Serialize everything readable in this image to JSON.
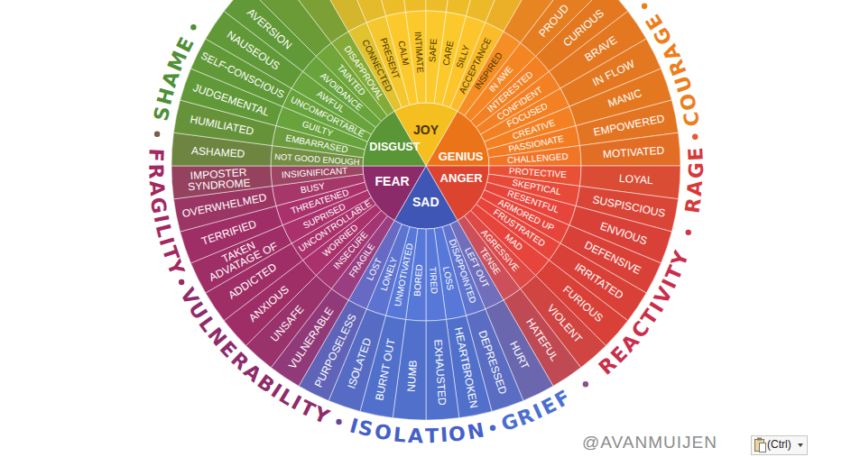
{
  "diagram": {
    "nodes": [
      {
        "text": [
          "JOY"
        ]
      },
      {
        "text": [
          "GENIUS"
        ]
      },
      {
        "text": [
          "ANGER"
        ]
      },
      {
        "text": [
          "SAD"
        ]
      },
      {
        "text": [
          "FEAR"
        ]
      },
      {
        "text": [
          "DISGUST"
        ]
      },
      {
        "text": [
          "CONNECTED"
        ]
      },
      {
        "text": [
          "PRESENT"
        ]
      },
      {
        "text": [
          "CALM"
        ]
      },
      {
        "text": [
          "INTIMATE"
        ]
      },
      {
        "text": [
          "SAFE"
        ]
      },
      {
        "text": [
          "CARE"
        ]
      },
      {
        "text": [
          "SILLY"
        ]
      },
      {
        "text": [
          "ACCEPTANCE"
        ]
      },
      {
        "text": [
          "INSPIRED"
        ]
      },
      {
        "text": [
          "IN AWE"
        ]
      },
      {
        "text": [
          "INTERESTED"
        ]
      },
      {
        "text": [
          "CONFIDENT"
        ]
      },
      {
        "text": [
          "FOCUSED"
        ]
      },
      {
        "text": [
          "CREATIVE"
        ]
      },
      {
        "text": [
          "PASSIONATE"
        ]
      },
      {
        "text": [
          "CHALLENGED"
        ]
      },
      {
        "text": [
          "PROTECTIVE"
        ]
      },
      {
        "text": [
          "SKEPTICAL"
        ]
      },
      {
        "text": [
          "RESENTFUL"
        ]
      },
      {
        "text": [
          "ARMORED UP"
        ]
      },
      {
        "text": [
          "FRUSTRATED"
        ]
      },
      {
        "text": [
          "MAD"
        ]
      },
      {
        "text": [
          "AGRESSIVE"
        ]
      },
      {
        "text": [
          "TENSE"
        ]
      },
      {
        "text": [
          "LEFT OUT"
        ]
      },
      {
        "text": [
          "DISAPPOINTED"
        ]
      },
      {
        "text": [
          "LOSS"
        ]
      },
      {
        "text": [
          "TIRED"
        ]
      },
      {
        "text": [
          "BORED"
        ]
      },
      {
        "text": [
          "UNMOTIVATED"
        ]
      },
      {
        "text": [
          "LONELY"
        ]
      },
      {
        "text": [
          "LOST"
        ]
      },
      {
        "text": [
          "FRAGILE"
        ]
      },
      {
        "text": [
          "INSECURE"
        ]
      },
      {
        "text": [
          "WORRIED"
        ]
      },
      {
        "text": [
          "UNCONTROLLABLE"
        ]
      },
      {
        "text": [
          "SUPRISED"
        ]
      },
      {
        "text": [
          "THREATENED"
        ]
      },
      {
        "text": [
          "BUSY"
        ]
      },
      {
        "text": [
          "INSIGNIFICANT"
        ]
      },
      {
        "text": [
          "NOT GOOD ENOUGH"
        ]
      },
      {
        "text": [
          "EMBARRASED"
        ]
      },
      {
        "text": [
          "GUILTY"
        ]
      },
      {
        "text": [
          "UNCOMFORTABLE"
        ]
      },
      {
        "text": [
          "AWFUL"
        ]
      },
      {
        "text": [
          "AVOIDANCE"
        ]
      },
      {
        "text": [
          "TAINTED"
        ]
      },
      {
        "text": [
          "DISAPPROVAL"
        ]
      },
      {
        "text": [
          "PROUD"
        ]
      },
      {
        "text": [
          "CURIOUS"
        ]
      },
      {
        "text": [
          "BRAVE"
        ]
      },
      {
        "text": [
          "IN FLOW"
        ]
      },
      {
        "text": [
          "MANIC"
        ]
      },
      {
        "text": [
          "EMPOWERED"
        ]
      },
      {
        "text": [
          "MOTIVATED"
        ]
      },
      {
        "text": [
          "LOYAL"
        ]
      },
      {
        "text": [
          "SUSPISCIOUS"
        ]
      },
      {
        "text": [
          "ENVIOUS"
        ]
      },
      {
        "text": [
          "DEFENSIVE"
        ]
      },
      {
        "text": [
          "IRRITATED"
        ]
      },
      {
        "text": [
          "FURIOUS"
        ]
      },
      {
        "text": [
          "VIOLENT"
        ]
      },
      {
        "text": [
          "HATEFUL"
        ]
      },
      {
        "text": [
          "HURT"
        ]
      },
      {
        "text": [
          "DEPRESSED"
        ]
      },
      {
        "text": [
          "HEARTBROKEN"
        ]
      },
      {
        "text": [
          "EXHAUSTED"
        ]
      },
      {
        "text": [
          "NUMB"
        ]
      },
      {
        "text": [
          "BURNT OUT"
        ]
      },
      {
        "text": [
          "ISOLATED"
        ]
      },
      {
        "text": [
          "PURPOSELESS"
        ]
      },
      {
        "text": [
          "VULNERABLE"
        ]
      },
      {
        "text": [
          "UNSAFE"
        ]
      },
      {
        "text": [
          "ANXIOUS"
        ]
      },
      {
        "text": [
          "ADDICTED"
        ]
      },
      {
        "text": [
          "TAKEN ADVATAGE OF"
        ]
      },
      {
        "text": [
          "TERRIFIED"
        ]
      },
      {
        "text": [
          "OVERWHELMED"
        ]
      },
      {
        "text": [
          "IMPOSTER SYNDROME"
        ]
      },
      {
        "text": [
          "ASHAMED"
        ]
      },
      {
        "text": [
          "HUMILIATED"
        ]
      },
      {
        "text": [
          "JUDGEMENTAL"
        ]
      },
      {
        "text": [
          "SELF-CONSCIOUS"
        ]
      },
      {
        "text": [
          "NAUSEOUS"
        ]
      },
      {
        "text": [
          "AVERSION"
        ]
      }
    ],
    "labels": [
      "SHAME",
      "FRAGILITY",
      "VULNERABILITY",
      "ISOLATION",
      "GRIEF",
      "REACTIVITY",
      "RAGE",
      "COURAGE",
      "@AVANMUIJEN",
      "(Ctrl)"
    ]
  }
}
